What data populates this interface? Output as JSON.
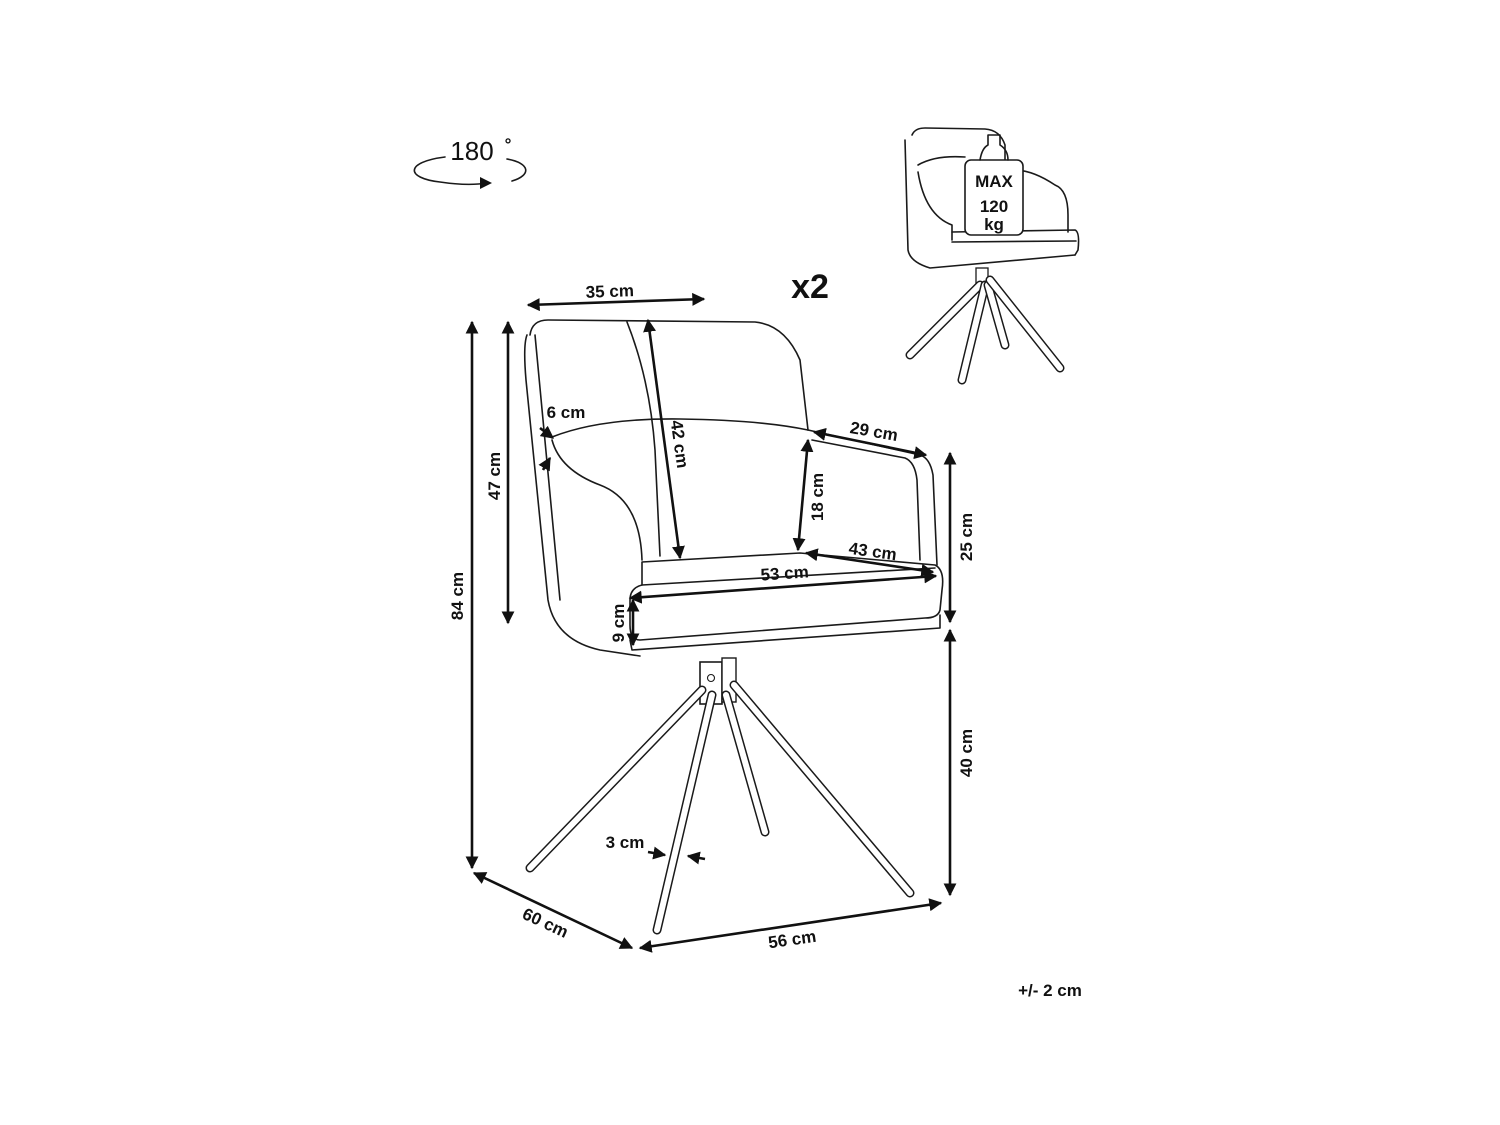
{
  "rotation": {
    "label": "180",
    "unit": "°"
  },
  "quantity": "x2",
  "max_load": {
    "line1": "MAX",
    "line2": "120",
    "line3": "kg"
  },
  "dimensions": {
    "total_height": "84 cm",
    "back_height": "47 cm",
    "back_width": "35 cm",
    "back_depth": "42 cm",
    "back_thickness": "6 cm",
    "armrest_length": "29 cm",
    "armrest_height": "18 cm",
    "seat_depth": "43 cm",
    "seat_width": "53 cm",
    "seat_thickness": "9 cm",
    "arm_total_height": "25 cm",
    "seat_height": "40 cm",
    "depth": "60 cm",
    "width": "56 cm",
    "leg_width": "3 cm"
  },
  "tolerance": "+/- 2 cm"
}
